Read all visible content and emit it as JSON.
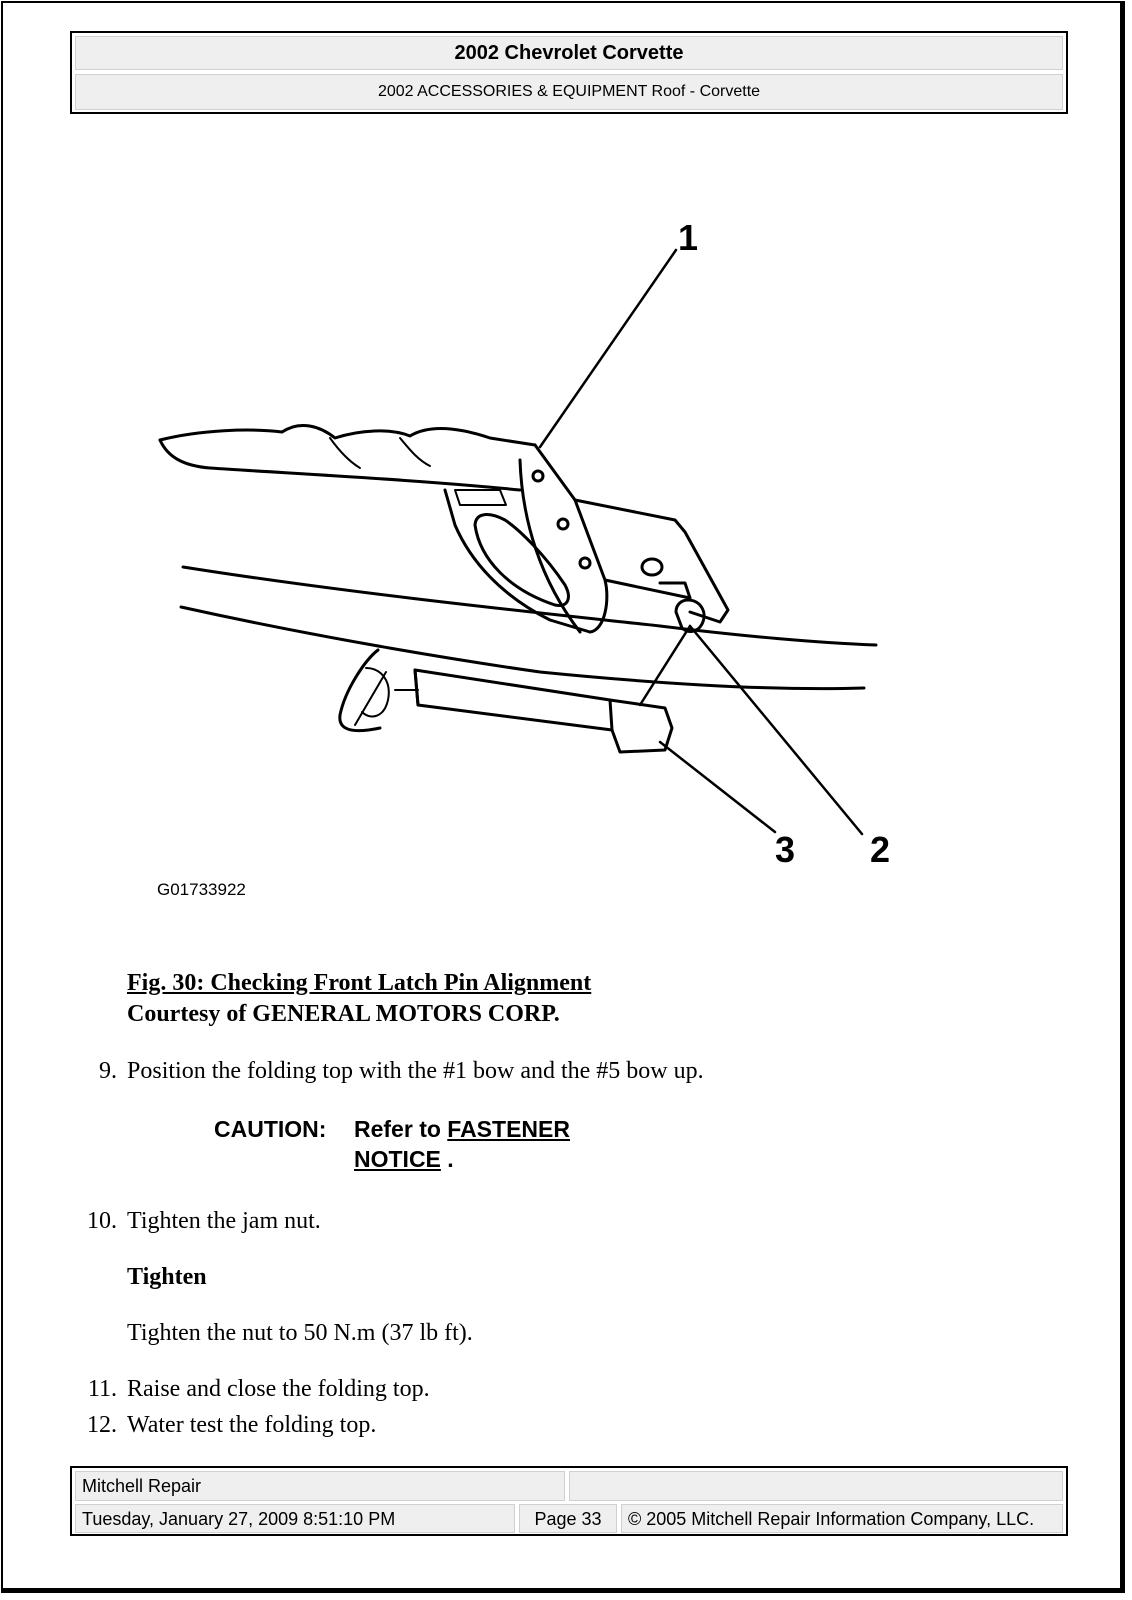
{
  "header": {
    "title": "2002 Chevrolet Corvette",
    "subtitle": "2002 ACCESSORIES & EQUIPMENT Roof - Corvette"
  },
  "figure": {
    "callouts": [
      "1",
      "2",
      "3"
    ],
    "image_id": "G01733922"
  },
  "caption": {
    "title": "Fig. 30: Checking Front Latch Pin Alignment",
    "courtesy": "Courtesy of GENERAL MOTORS CORP."
  },
  "steps": [
    {
      "num": "9.",
      "text": "Position the folding top with the #1 bow and the #5 bow up."
    },
    {
      "num": "10.",
      "text": "Tighten the jam nut."
    },
    {
      "num": "11.",
      "text": "Raise and close the folding top."
    },
    {
      "num": "12.",
      "text": "Water test the folding top."
    }
  ],
  "caution": {
    "label": "CAUTION:",
    "prefix": "Refer to ",
    "link": "FASTENER NOTICE",
    "suffix": " ."
  },
  "tighten": {
    "heading": "Tighten",
    "text": "Tighten the nut to 50 N.m (37 lb ft)."
  },
  "footer": {
    "left_top": "Mitchell Repair",
    "right_top": "",
    "date": "Tuesday, January 27, 2009 8:51:10 PM",
    "page": "Page 33",
    "copyright": "© 2005 Mitchell Repair Information Company, LLC."
  }
}
